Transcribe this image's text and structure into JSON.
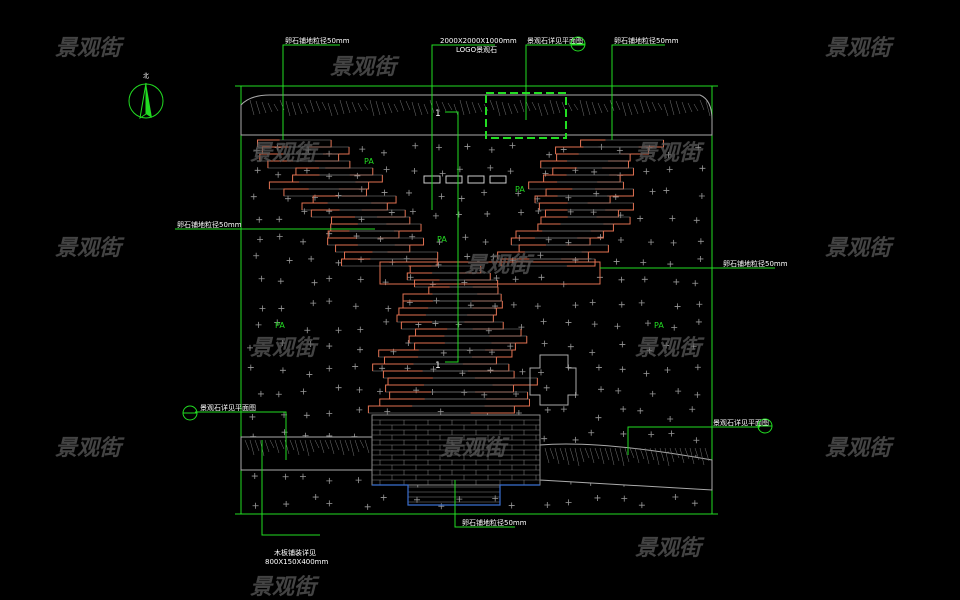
{
  "watermark": "景观街",
  "labels": {
    "top_left": "卵石铺地粒径50mm",
    "top_center_1": "2000X2000X1000mm",
    "top_center_2": "LOGO景观石",
    "top_right_1": "景观石详见平面图",
    "top_right_2": "卵石铺地粒径50mm",
    "mid_left": "卵石铺地粒径50mm",
    "mid_right": "卵石铺地粒径50mm",
    "left_section": "景观石详见平面图",
    "right_section": "景观石详见平面图",
    "bottom_center": "卵石铺地粒径50mm",
    "bottom_left_1": "木板铺装详见",
    "bottom_left_2": "800X150X400mm"
  },
  "section_mark": "1",
  "plant_code": "PA",
  "north_label": "北",
  "colors": {
    "frame": "#22dd22",
    "stone": "#e07050",
    "plank": "#8a8a8a",
    "hatch": "#9a9a9a",
    "water": "#3a6fd0"
  }
}
